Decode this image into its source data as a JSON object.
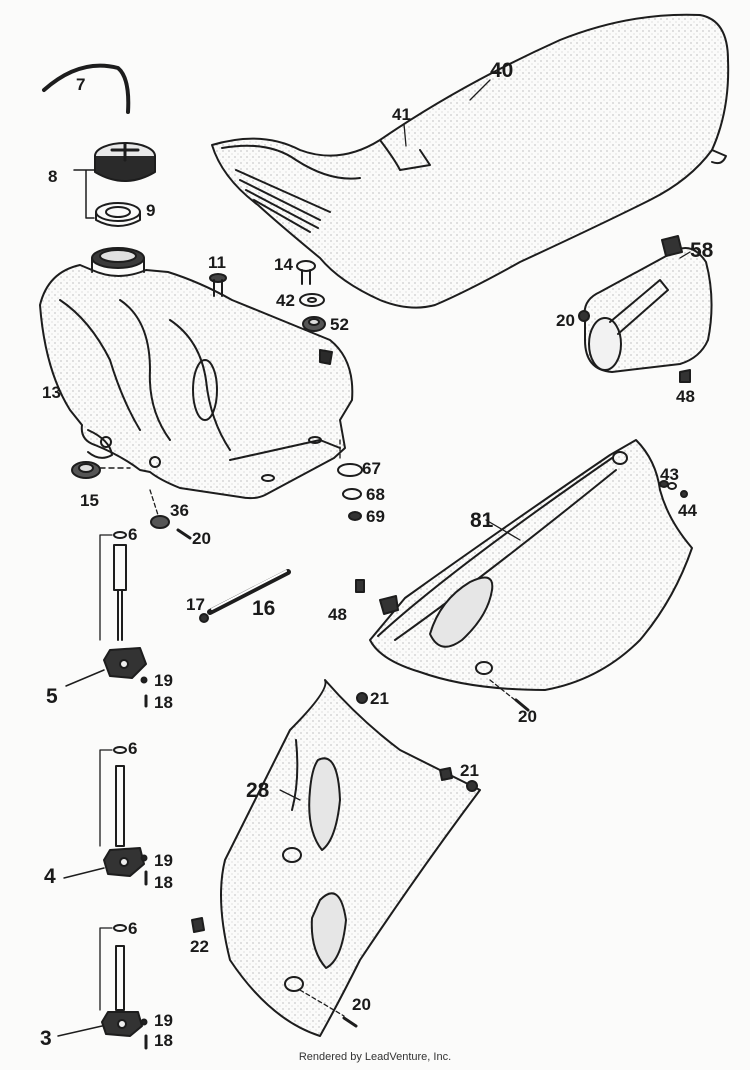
{
  "callouts": {
    "c7": "7",
    "c8": "8",
    "c9": "9",
    "c13": "13",
    "c15": "15",
    "c11": "11",
    "c14": "14",
    "c42": "42",
    "c52": "52",
    "c40": "40",
    "c41": "41",
    "c58": "58",
    "c20a": "20",
    "c48a": "48",
    "c67": "67",
    "c68": "68",
    "c69": "69",
    "c36": "36",
    "c20b": "20",
    "c43": "43",
    "c44": "44",
    "c81": "81",
    "c6a": "6",
    "c17": "17",
    "c16": "16",
    "c48b": "48",
    "c5": "5",
    "c19a": "19",
    "c18a": "18",
    "c21a": "21",
    "c20c": "20",
    "c28": "28",
    "c21b": "21",
    "c6b": "6",
    "c4": "4",
    "c19b": "19",
    "c18b": "18",
    "c22": "22",
    "c6c": "6",
    "c3": "3",
    "c19c": "19",
    "c18c": "18",
    "c20d": "20"
  },
  "footer": "Rendered by LeadVenture, Inc."
}
